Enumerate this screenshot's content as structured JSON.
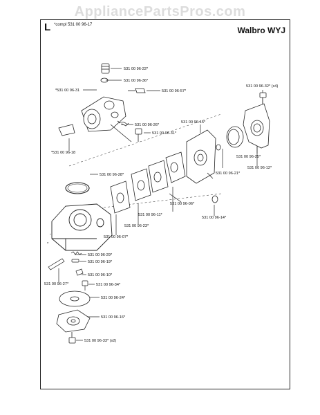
{
  "watermark": "AppliancePartsPros.com",
  "header": {
    "section_letter": "L",
    "compl_note": "*compl 531 00 96-17",
    "model": "Walbro WYJ"
  },
  "labels": [
    {
      "id": "p22",
      "text": "531 00 96-22*"
    },
    {
      "id": "p36",
      "text": "531 00 96-36*"
    },
    {
      "id": "p31",
      "text": "*531 00 96-31"
    },
    {
      "id": "p57",
      "text": "531 00 96-57*"
    },
    {
      "id": "p32",
      "text": "531 00 96-32* (x4)"
    },
    {
      "id": "p26",
      "text": "531 00 96-26*"
    },
    {
      "id": "p31b",
      "text": "531 00 96-31*"
    },
    {
      "id": "p15",
      "text": "531 00 96-15*"
    },
    {
      "id": "p18",
      "text": "*531 00 96-18"
    },
    {
      "id": "p25",
      "text": "531 00 96-25*"
    },
    {
      "id": "p21",
      "text": "531 00 96-21*"
    },
    {
      "id": "p12",
      "text": "531 00 96-12*"
    },
    {
      "id": "p28",
      "text": "531 00 96-28*"
    },
    {
      "id": "p06",
      "text": "531 00 96-06*"
    },
    {
      "id": "p11",
      "text": "531 00 96-11*"
    },
    {
      "id": "p14",
      "text": "531 00 96-14*"
    },
    {
      "id": "p23",
      "text": "531 00 96-23*"
    },
    {
      "id": "p07",
      "text": "531 00 96-07*"
    },
    {
      "id": "p29",
      "text": "531 00 96-29*"
    },
    {
      "id": "p19",
      "text": "531 00 96-19*"
    },
    {
      "id": "p10",
      "text": "531 00 96-10*"
    },
    {
      "id": "p27",
      "text": "531 00 96-27*"
    },
    {
      "id": "p34",
      "text": "531 00 96-34*"
    },
    {
      "id": "p24",
      "text": "531 00 96-24*"
    },
    {
      "id": "p16",
      "text": "531 00 96-16*"
    },
    {
      "id": "p33",
      "text": "531 00 96-33* (x2)"
    }
  ],
  "star_marker": "*"
}
